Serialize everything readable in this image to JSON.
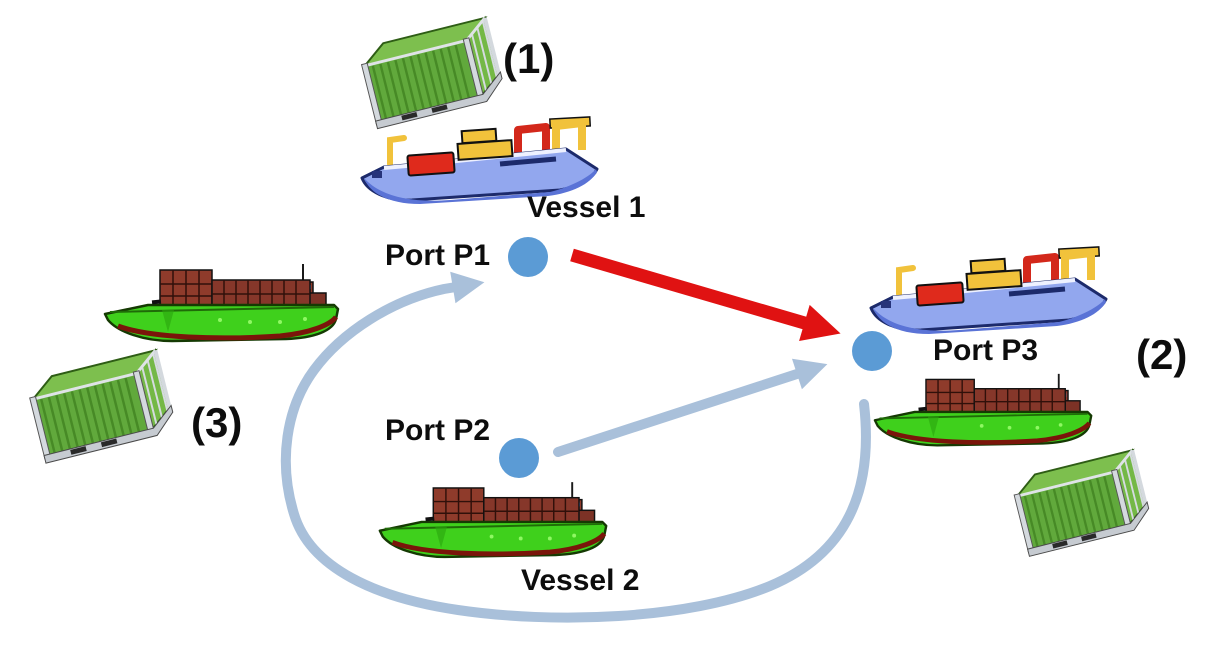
{
  "colors": {
    "port_dot": "#5b9bd5",
    "route_direct": "#e01212",
    "route_alt": "#a9c0da",
    "label_text": "#0d0d0d"
  },
  "ports": {
    "p1": {
      "label": "Port P1"
    },
    "p2": {
      "label": "Port P2"
    },
    "p3": {
      "label": "Port P3"
    }
  },
  "vessels": {
    "v1": {
      "label": "Vessel 1"
    },
    "v2": {
      "label": "Vessel 2"
    }
  },
  "annotations": {
    "n1": "(1)",
    "n2": "(2)",
    "n3": "(3)"
  },
  "icons": {
    "container": "green-shipping-container-icon",
    "cargo_ship": "blue-container-ship-icon",
    "barge": "green-barge-ship-icon"
  }
}
